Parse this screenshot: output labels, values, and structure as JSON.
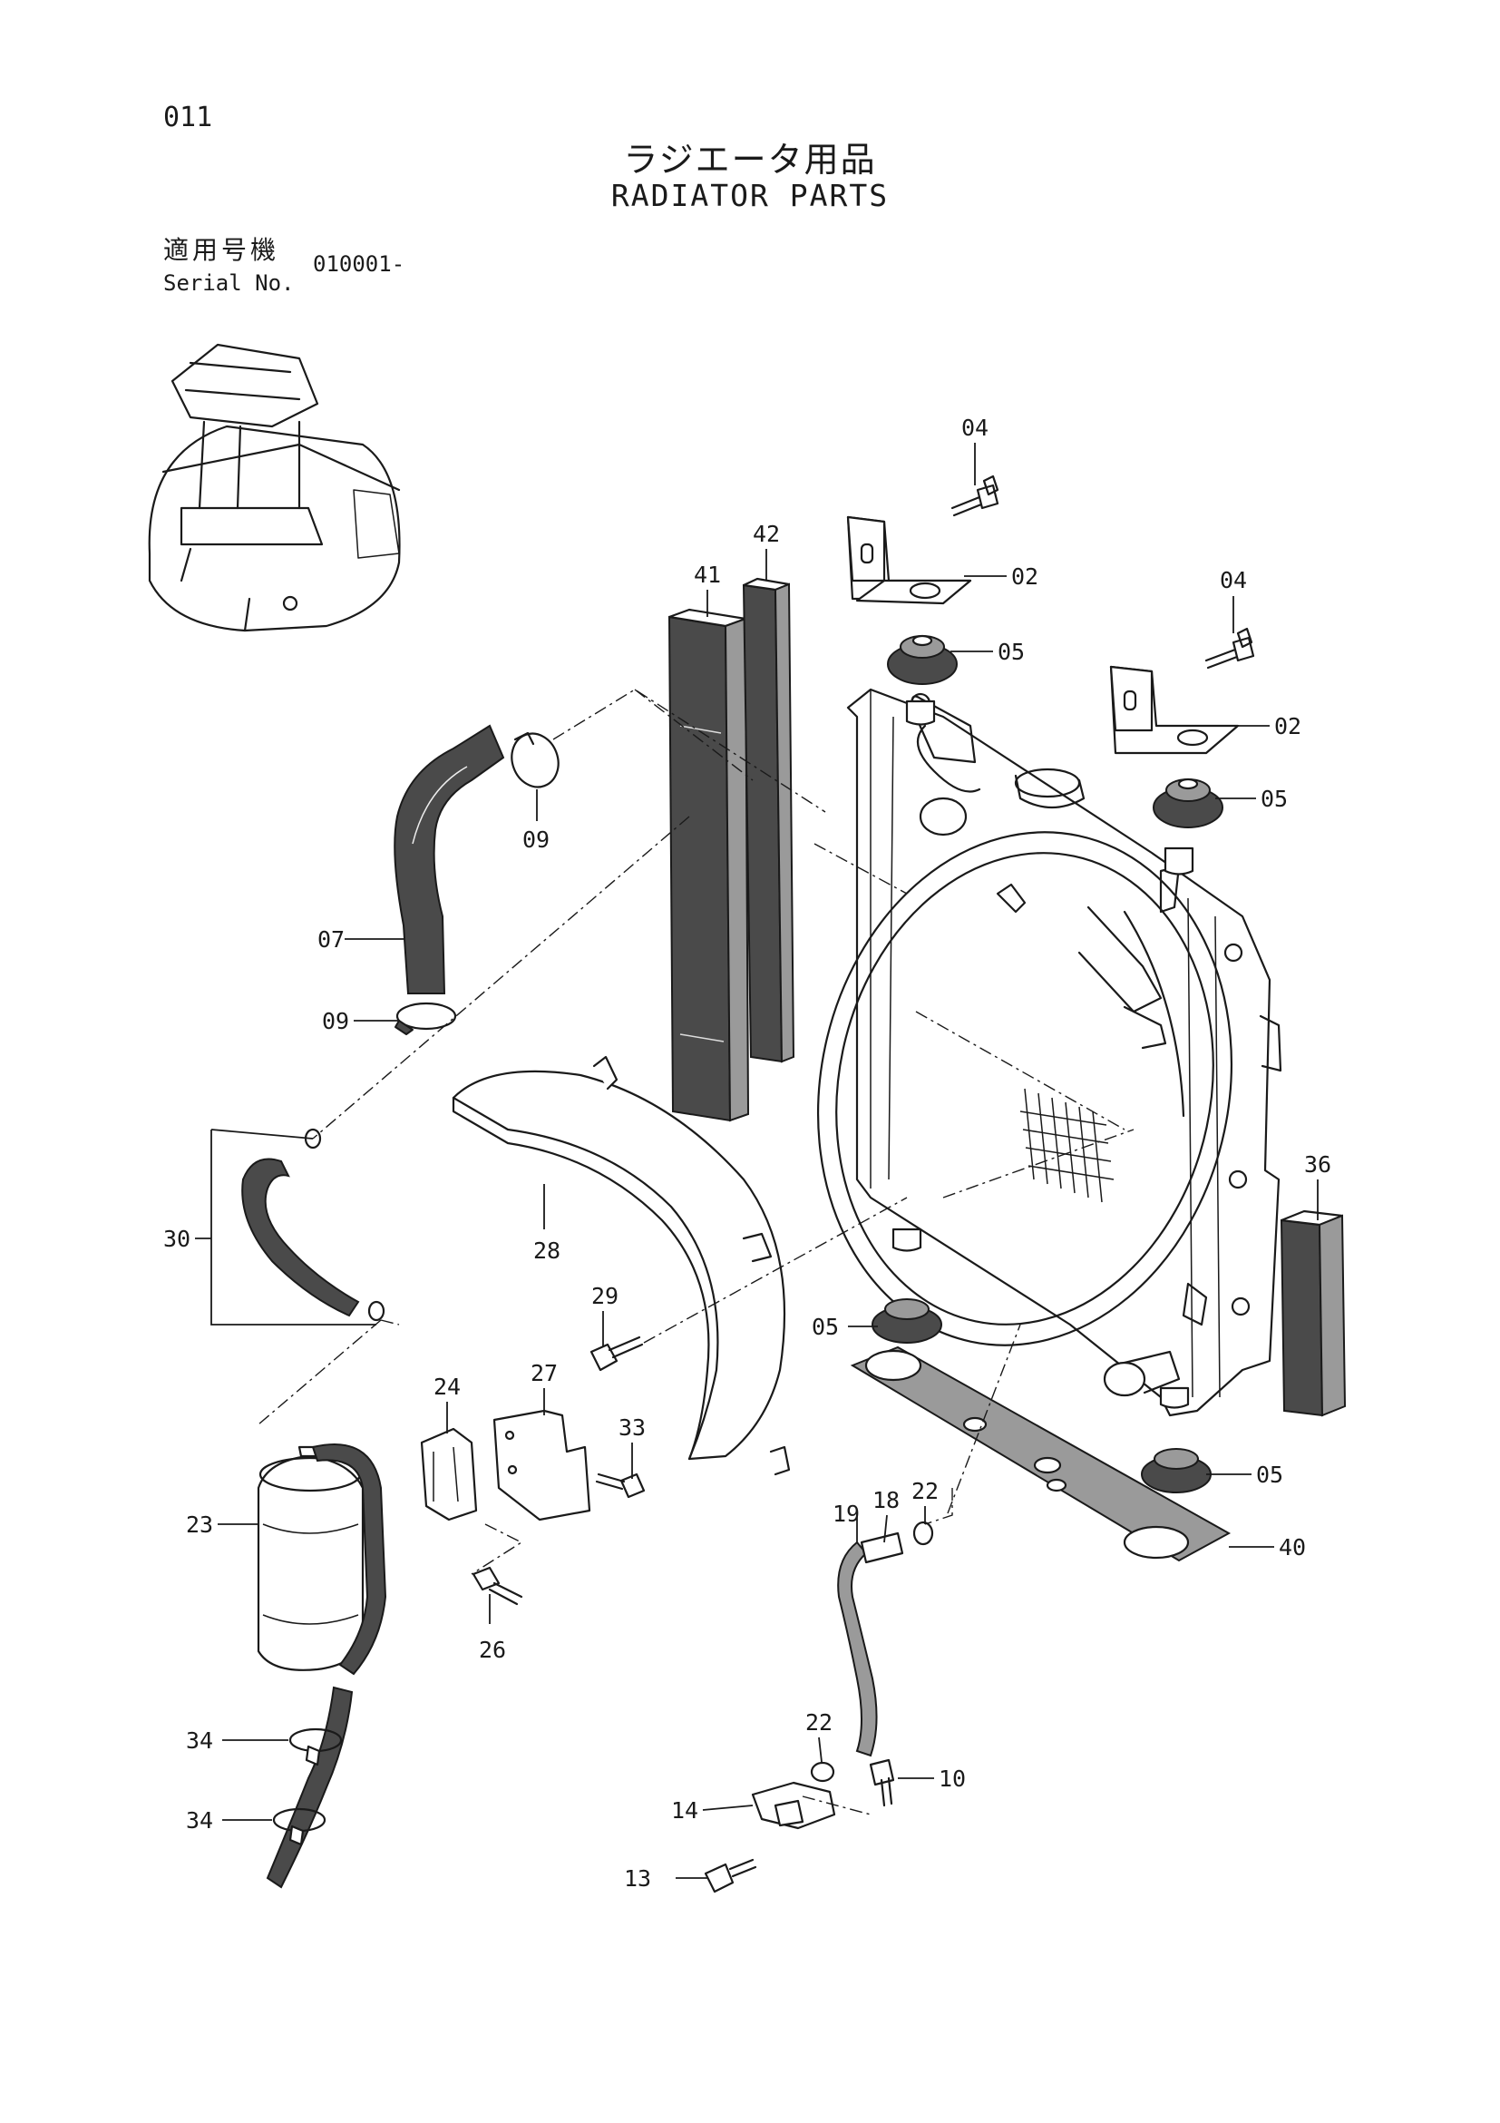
{
  "header": {
    "page_number": "011",
    "title_jp": "ラジエータ用品",
    "title_en": "RADIATOR PARTS",
    "serial_label_jp": "適用号機",
    "serial_label_en": "Serial No.",
    "serial_value": "010001-"
  },
  "callouts": {
    "c02a": "02",
    "c02b": "02",
    "c04a": "04",
    "c04b": "04",
    "c05a": "05",
    "c05b": "05",
    "c05c": "05",
    "c05d": "05",
    "c07": "07",
    "c09a": "09",
    "c09b": "09",
    "c10": "10",
    "c13": "13",
    "c14": "14",
    "c18": "18",
    "c19": "19",
    "c22a": "22",
    "c22b": "22",
    "c23": "23",
    "c24": "24",
    "c26": "26",
    "c27": "27",
    "c28": "28",
    "c29": "29",
    "c30": "30",
    "c33": "33",
    "c34a": "34",
    "c34b": "34",
    "c36": "36",
    "c40": "40",
    "c41": "41",
    "c42": "42"
  }
}
